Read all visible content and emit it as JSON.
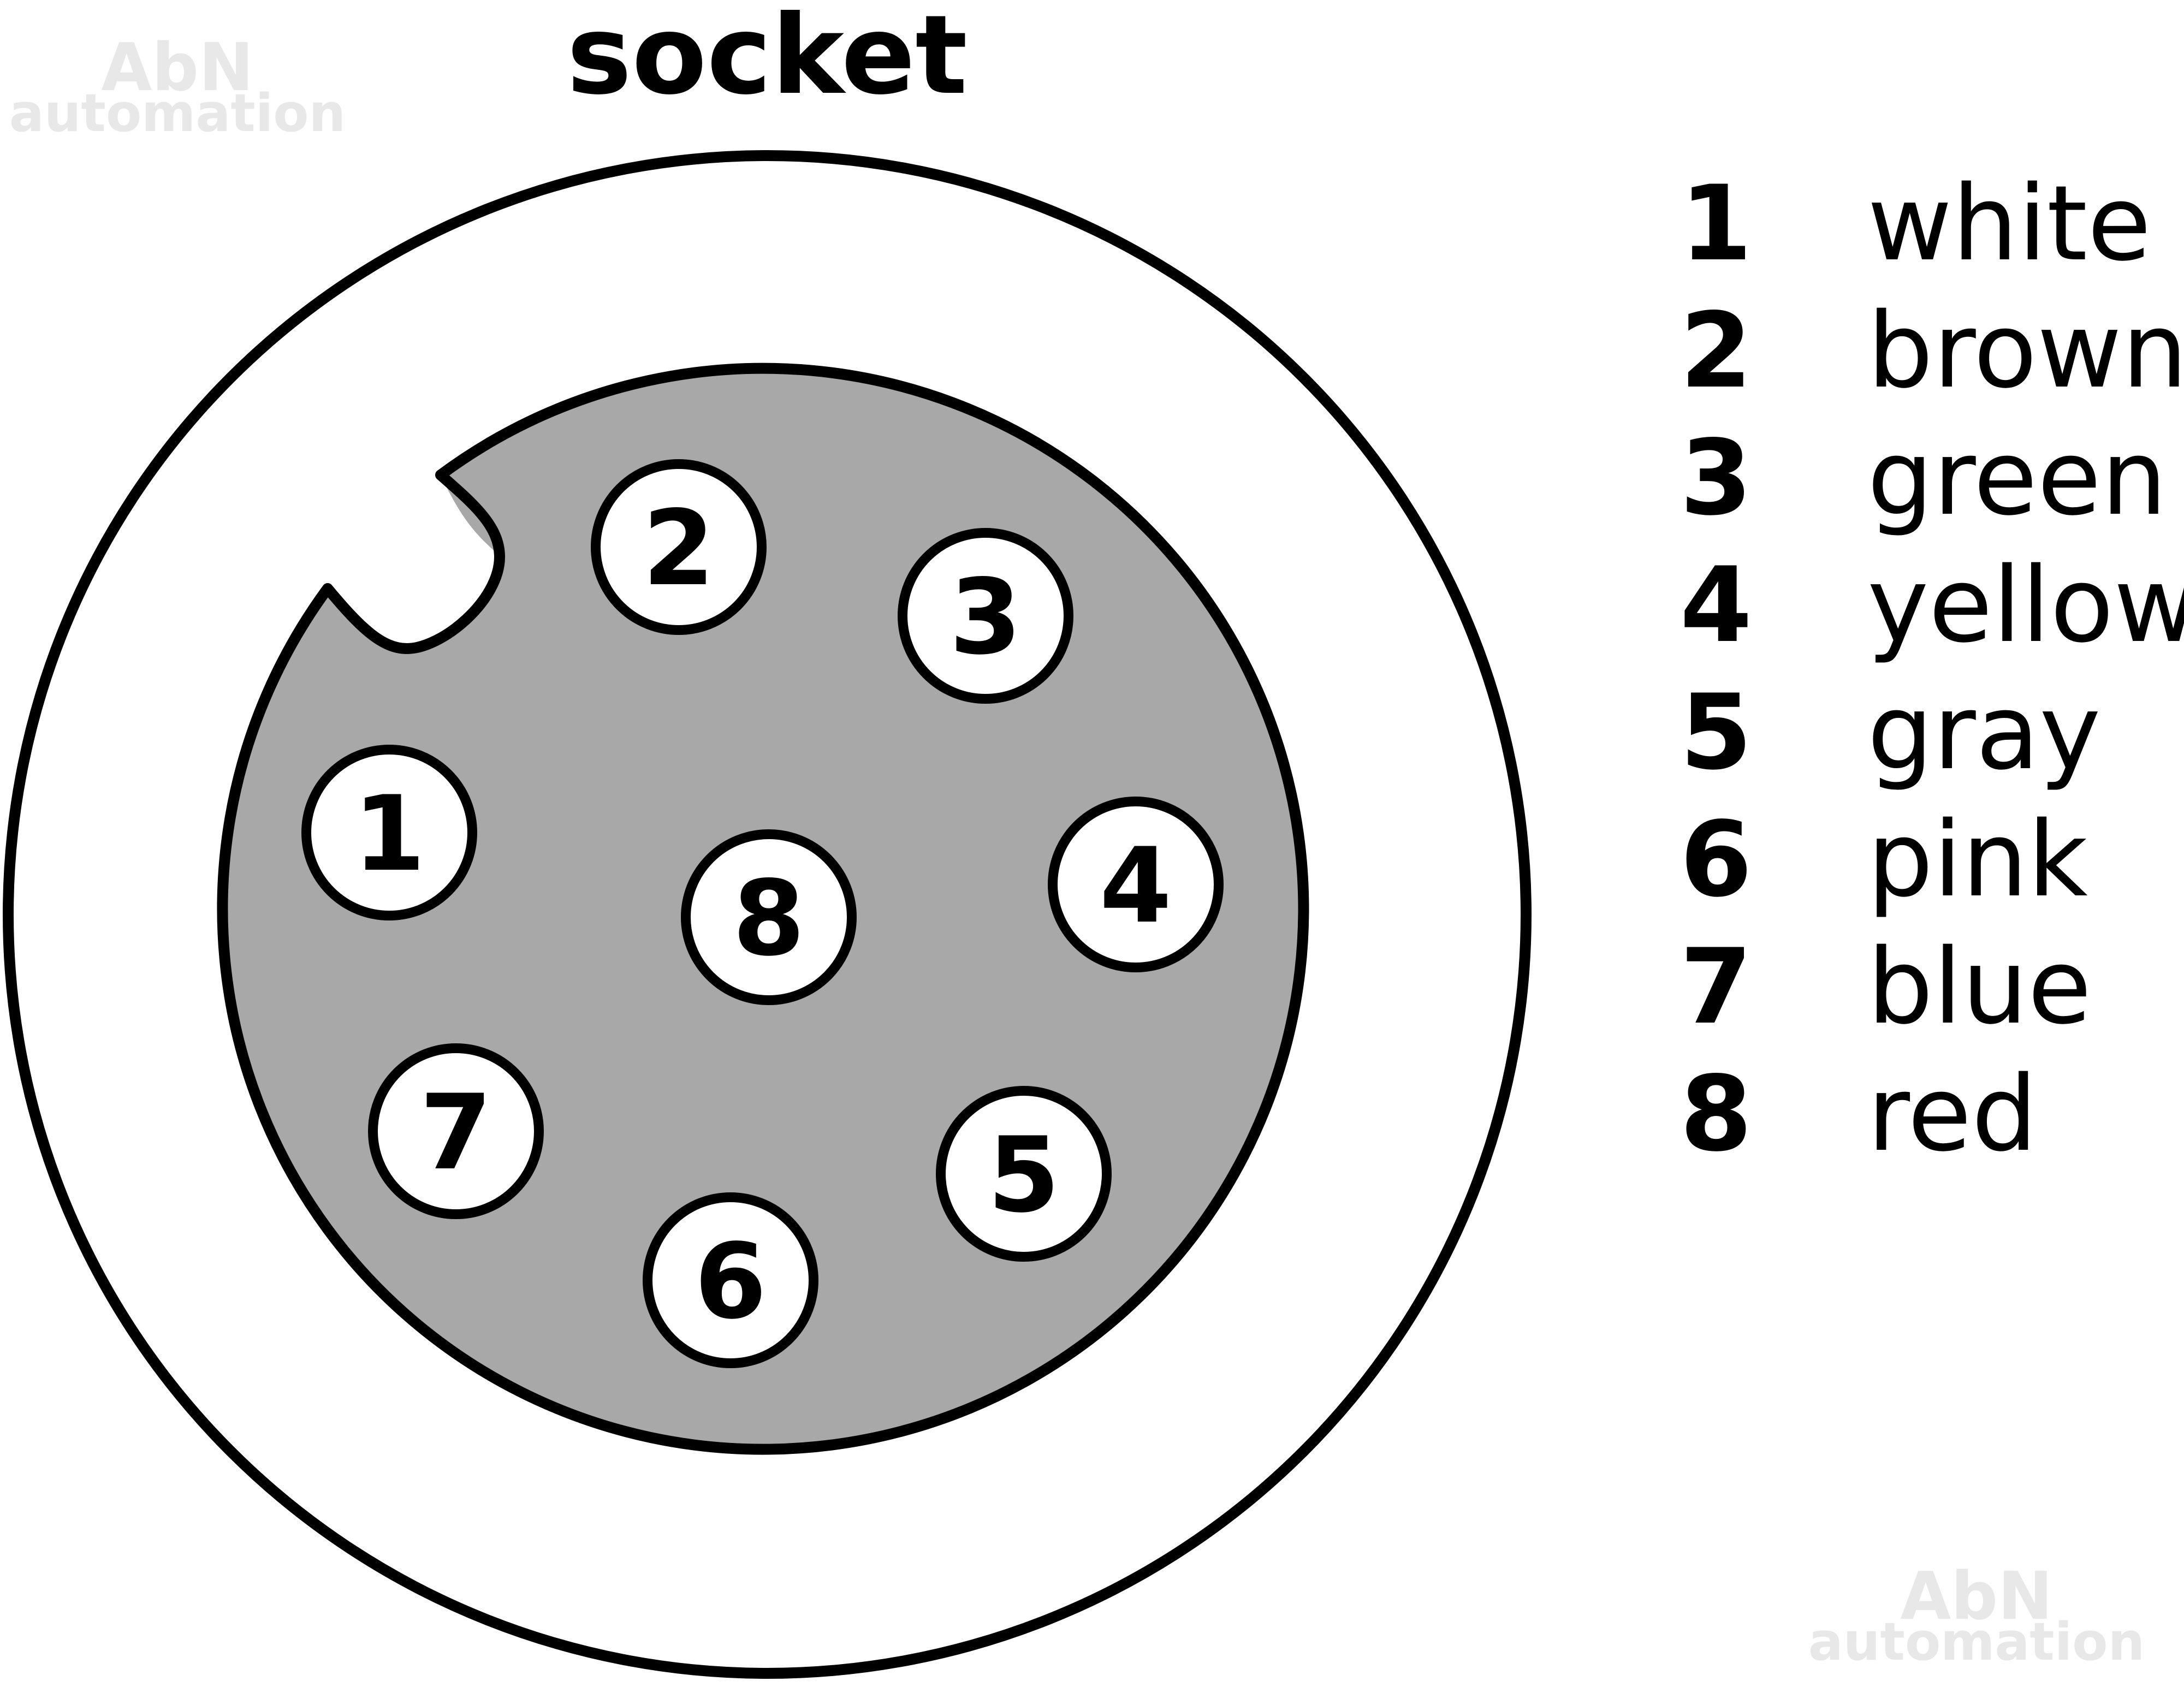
{
  "title": "socket",
  "watermark": {
    "line1": "AbN",
    "line2": "automation"
  },
  "colors": {
    "outline": "#000000",
    "insert_fill": "#a8a8a8",
    "pin_fill": "#ffffff",
    "background": "#ffffff"
  },
  "pins": [
    {
      "number": "1"
    },
    {
      "number": "2"
    },
    {
      "number": "3"
    },
    {
      "number": "4"
    },
    {
      "number": "5"
    },
    {
      "number": "6"
    },
    {
      "number": "7"
    },
    {
      "number": "8"
    }
  ],
  "legend": [
    {
      "number": "1",
      "color": "white"
    },
    {
      "number": "2",
      "color": "brown"
    },
    {
      "number": "3",
      "color": "green"
    },
    {
      "number": "4",
      "color": "yellow"
    },
    {
      "number": "5",
      "color": "gray"
    },
    {
      "number": "6",
      "color": "pink"
    },
    {
      "number": "7",
      "color": "blue"
    },
    {
      "number": "8",
      "color": "red"
    }
  ]
}
